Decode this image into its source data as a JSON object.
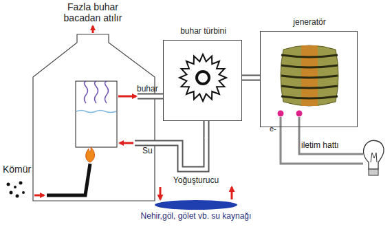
{
  "diagram": {
    "nodes": [
      {
        "text": [
          "buhar türbini"
        ]
      },
      {
        "text": [
          "jeneratör"
        ]
      },
      {
        "text": [
          "Yoğuşturucu"
        ]
      },
      {
        "text": [
          "Nehir,göl, gölet vb. su kaynağı"
        ]
      }
    ],
    "edges": [
      {
        "from": 0,
        "to": 1,
        "arrow": "none"
      },
      {
        "from": 0,
        "to": 2,
        "arrow": "none"
      },
      {
        "from": 2,
        "to": 3,
        "arrow": "to"
      },
      {
        "from": 3,
        "to": 2,
        "arrow": "to"
      }
    ],
    "labels": [
      "Fazla buhar bacadan atılır",
      "buhar",
      "Su",
      "Kömür",
      "e-",
      "iletim hattı"
    ]
  }
}
